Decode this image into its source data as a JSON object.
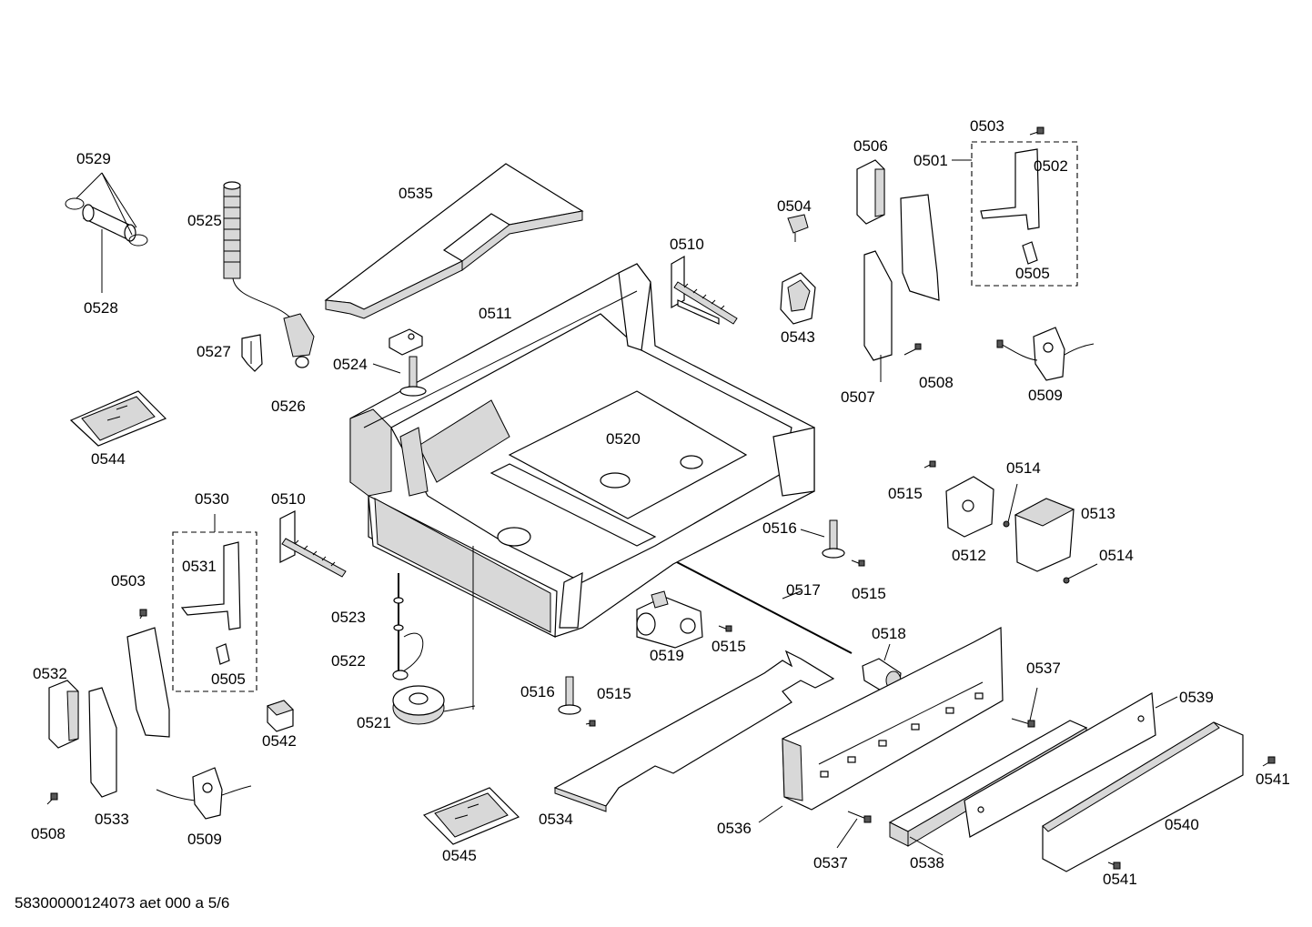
{
  "labels": {
    "l0501": "0501",
    "l0502": "0502",
    "l0503a": "0503",
    "l0503b": "0503",
    "l0504": "0504",
    "l0505a": "0505",
    "l0505b": "0505",
    "l0506": "0506",
    "l0507": "0507",
    "l0508a": "0508",
    "l0508b": "0508",
    "l0509a": "0509",
    "l0509b": "0509",
    "l0510a": "0510",
    "l0510b": "0510",
    "l0511": "0511",
    "l0512": "0512",
    "l0513": "0513",
    "l0514a": "0514",
    "l0514b": "0514",
    "l0515a": "0515",
    "l0515b": "0515",
    "l0515c": "0515",
    "l0515d": "0515",
    "l0516a": "0516",
    "l0516b": "0516",
    "l0517": "0517",
    "l0518": "0518",
    "l0519": "0519",
    "l0520": "0520",
    "l0521": "0521",
    "l0522": "0522",
    "l0523": "0523",
    "l0524": "0524",
    "l0525": "0525",
    "l0526": "0526",
    "l0527": "0527",
    "l0528": "0528",
    "l0529": "0529",
    "l0530": "0530",
    "l0531": "0531",
    "l0532": "0532",
    "l0533": "0533",
    "l0534": "0534",
    "l0535": "0535",
    "l0536": "0536",
    "l0537a": "0537",
    "l0537b": "0537",
    "l0538": "0538",
    "l0539": "0539",
    "l0540": "0540",
    "l0541a": "0541",
    "l0541b": "0541",
    "l0542": "0542",
    "l0543": "0543",
    "l0544": "0544",
    "l0545": "0545"
  },
  "footer": "58300000124073 aet 000 a 5/6"
}
